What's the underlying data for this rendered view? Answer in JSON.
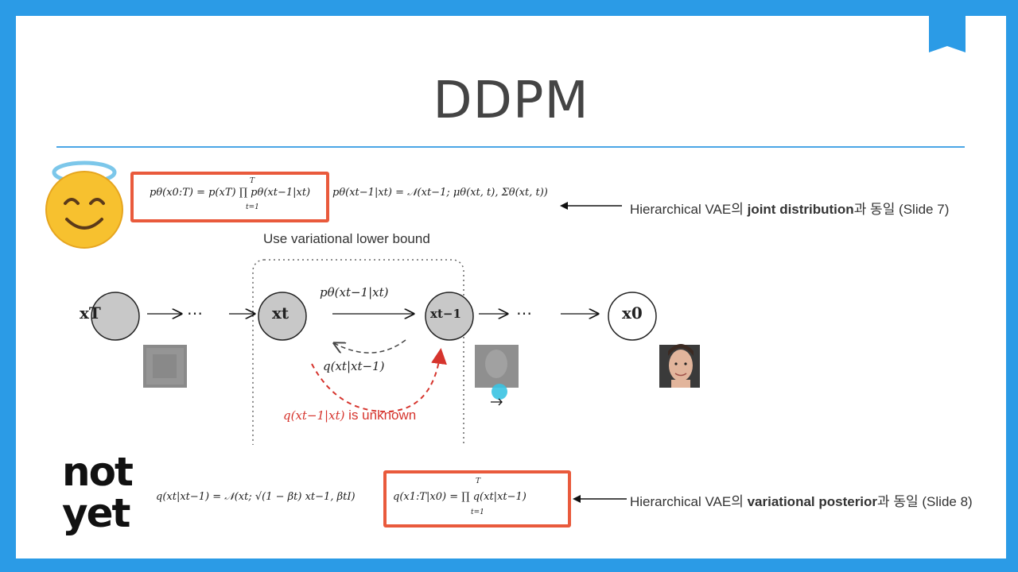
{
  "slide": {
    "title": "DDPM"
  },
  "top": {
    "joint_formula": "pθ(x0:T) = p(xT) ∏ pθ(xt−1|xt)",
    "prod_upper": "T",
    "prod_lower": "t=1",
    "gaussian_formula": "pθ(xt−1|xt) = 𝒩(xt−1; μθ(xt, t), Σθ(xt, t))",
    "note_prefix": "Hierarchical VAE의 ",
    "note_bold": "joint distribution",
    "note_suffix": "과 동일 (Slide 7)"
  },
  "diagram": {
    "caption": "Use variational lower bound",
    "node_xT": "xT",
    "node_xt": "xt",
    "node_xt1": "xt−1",
    "node_x0": "x0",
    "ellipsis": "⋯",
    "arrow_p": "pθ(xt−1|xt)",
    "arrow_q": "q(xt|xt−1)",
    "unknown_formula": "q(xt−1|xt)",
    "unknown_text": " is unknown"
  },
  "bottom": {
    "forward_formula": "q(xt|xt−1) = 𝒩(xt; √(1 − βt) xt−1, βtI)",
    "posterior_formula": "q(x1:T|x0) = ∏ q(xt|xt−1)",
    "prod_upper": "T",
    "prod_lower": "t=1",
    "note_prefix": "Hierarchical VAE의 ",
    "note_bold": "variational posterior",
    "note_suffix": "과 동일 (Slide 8)",
    "sticker_line1": "not",
    "sticker_line2": "yet"
  },
  "colors": {
    "frame": "#2b9be6",
    "accent_red": "#e95a3c",
    "rule": "#4aa6e6"
  }
}
